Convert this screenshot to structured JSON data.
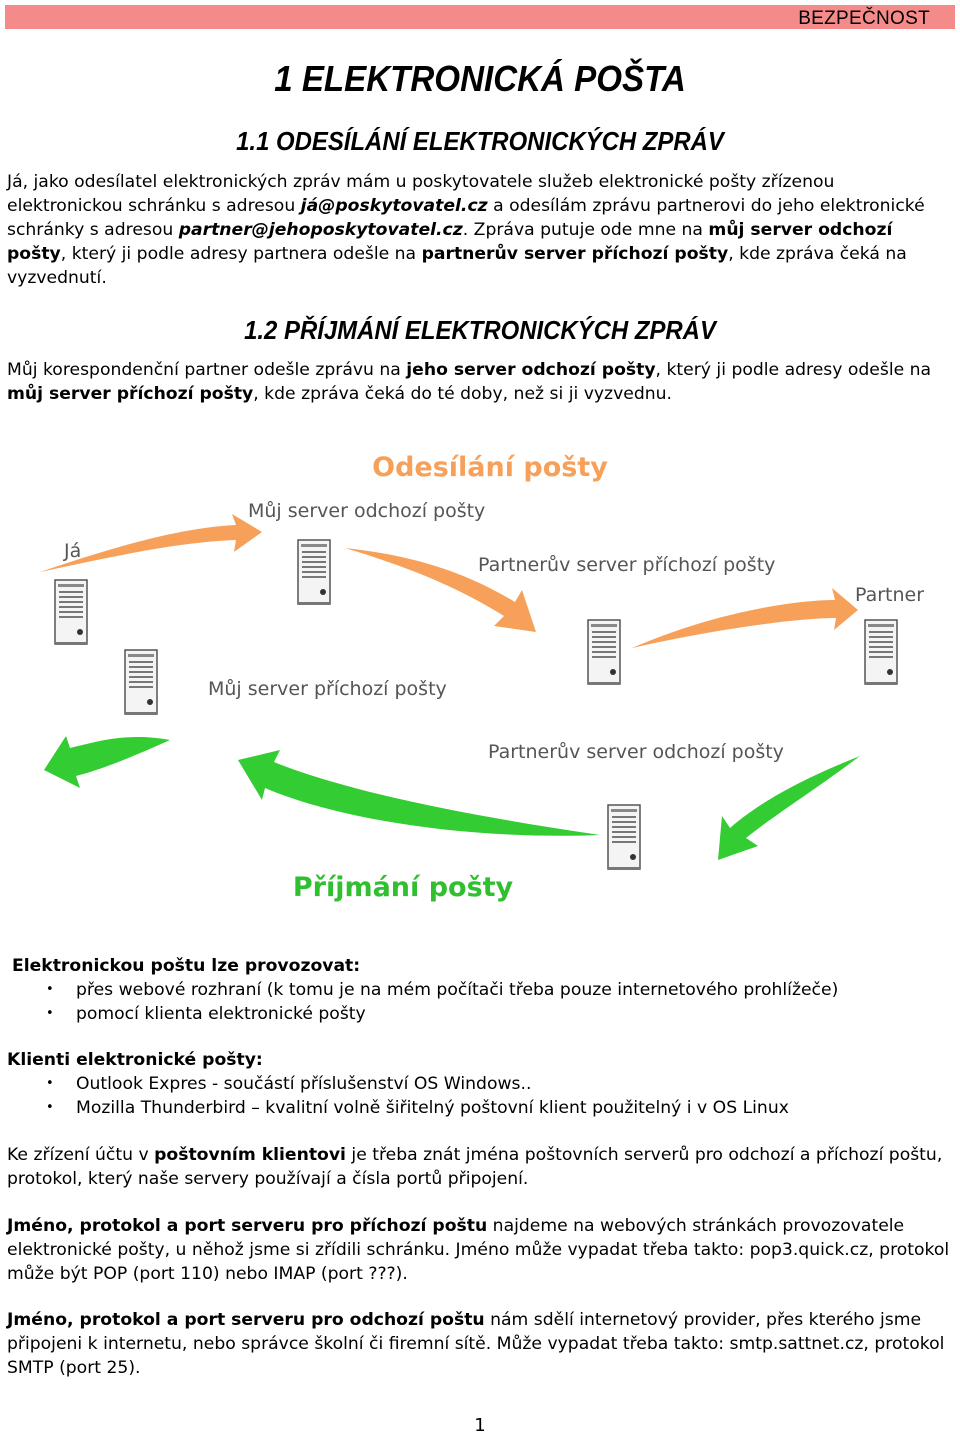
{
  "header": {
    "label": "BEZPEČNOST"
  },
  "title": "1   ELEKTRONICKÁ POŠTA",
  "section1": {
    "heading": "1.1   ODESÍLÁNÍ ELEKTRONICKÝCH ZPRÁV",
    "p_intro": "Já, jako odesílatel elektronických zpráv mám u poskytovatele služeb elektronické pošty zřízenou elektronickou schránku s adresou ",
    "my_address": "já@poskytovatel.cz",
    "p_mid": " a odesílám zprávu partnerovi do jeho elektronické schránky s adresou ",
    "partner_address": "partner@jehoposkytovatel.cz",
    "p_mid2": ". Zpráva putuje ode mne na ",
    "b1": "můj server odchozí pošty",
    "p_mid3": ", který ji podle adresy partnera odešle na ",
    "b2": "partnerův server příchozí pošty",
    "p_end": ", kde zpráva čeká na vyzvednutí."
  },
  "section2": {
    "heading": "1.2   PŘÍJMÁNÍ ELEKTRONICKÝCH ZPRÁV",
    "p_intro": "Můj korespondenční partner odešle zprávu na ",
    "b1": "jeho server odchozí pošty",
    "p_mid": ", který ji podle adresy odešle na ",
    "b2": "můj server příchozí pošty",
    "p_end": ", kde zpráva čeká do té doby, než si ji vyzvednu."
  },
  "diagram": {
    "title_send": "Odesílání pošty",
    "title_receive": "Příjmání pošty",
    "label_me": "Já",
    "label_partner": "Partner",
    "label_my_outgoing": "Můj server odchozí pošty",
    "label_partner_incoming": "Partnerův server příchozí pošty",
    "label_my_incoming": "Můj server příchozí pošty",
    "label_partner_outgoing": "Partnerův server odchozí pošty",
    "colors": {
      "send_arrow": "#f7a05a",
      "receive_arrow": "#33cc33",
      "label": "#555555"
    }
  },
  "ways": {
    "heading": "Elektronickou poštu lze provozovat:",
    "items": [
      "přes webové rozhraní (k tomu je na mém počítači třeba pouze internetového prohlížeče)",
      "pomocí klienta elektronické pošty"
    ]
  },
  "clients": {
    "heading": "Klienti elektronické pošty:",
    "items": [
      "Outlook Expres - součástí příslušenství OS Windows..",
      "Mozilla Thunderbird – kvalitní volně šiřitelný poštovní klient použitelný i v OS Linux"
    ]
  },
  "p_setup": {
    "pre": "Ke zřízení účtu v ",
    "b": "poštovním klientovi",
    "post": " je třeba znát jména poštovních serverů pro odchozí a příchozí poštu, protokol, který naše servery používají a čísla portů připojení."
  },
  "p_incoming": {
    "b": "Jméno, protokol a port serveru pro příchozí poštu",
    "post": " najdeme na webových stránkách provozovatele elektronické pošty, u něhož jsme si zřídili schránku. Jméno může vypadat třeba takto: pop3.quick.cz, protokol může být POP (port 110) nebo IMAP (port ???)."
  },
  "p_outgoing": {
    "b": "Jméno, protokol a port serveru pro odchozí poštu",
    "post": " nám sdělí internetový provider, přes kterého jsme připojeni k internetu, nebo správce školní či firemní sítě. Může vypadat třeba takto: smtp.sattnet.cz, protokol SMTP (port 25)."
  },
  "page_number": "1"
}
